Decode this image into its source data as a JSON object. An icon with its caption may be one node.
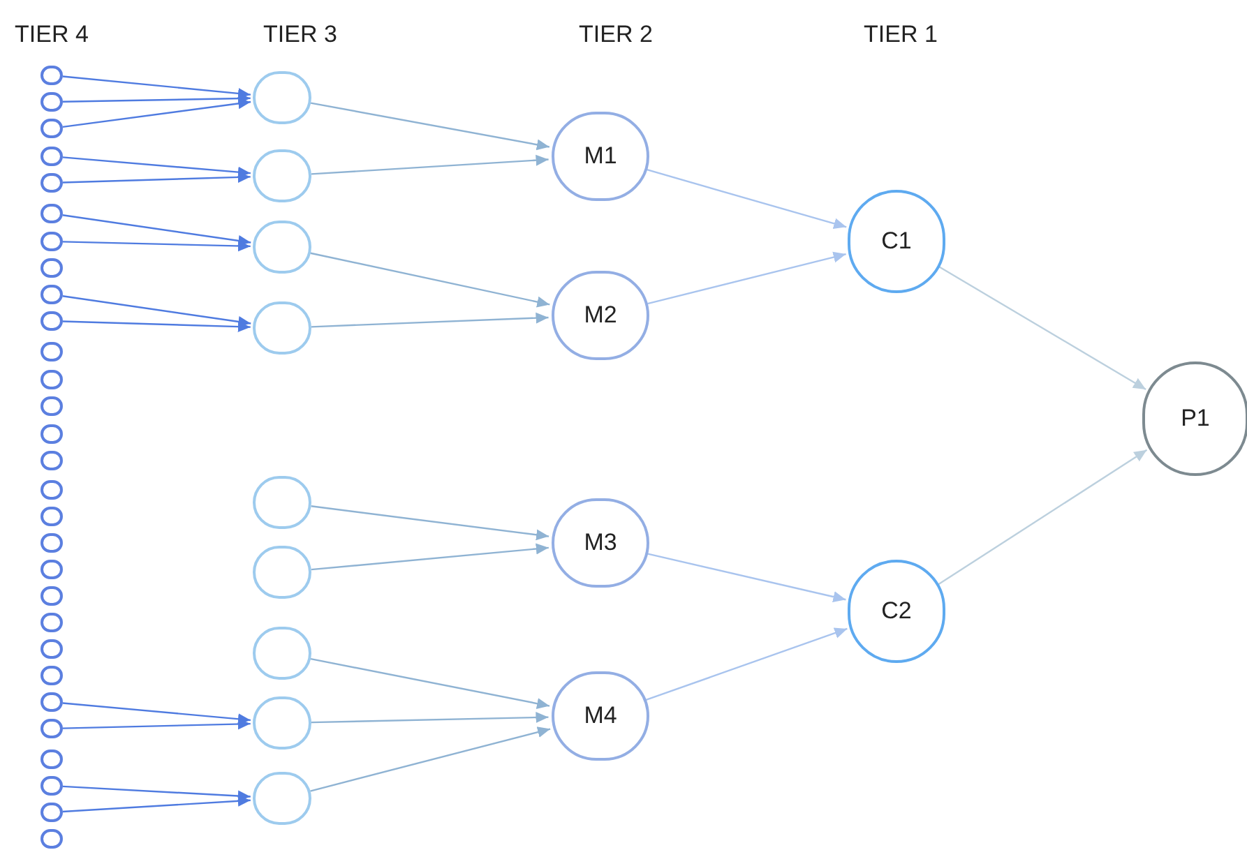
{
  "diagram": {
    "nodes": [
      {
        "text": [],
        "shape": "circle"
      },
      {
        "text": [],
        "shape": "circle"
      },
      {
        "text": [],
        "shape": "circle"
      },
      {
        "text": [],
        "shape": "circle"
      },
      {
        "text": [],
        "shape": "circle"
      },
      {
        "text": [],
        "shape": "circle"
      },
      {
        "text": [],
        "shape": "circle"
      },
      {
        "text": [],
        "shape": "circle"
      },
      {
        "text": [],
        "shape": "circle"
      },
      {
        "text": [],
        "shape": "circle"
      },
      {
        "text": [],
        "shape": "circle"
      },
      {
        "text": [],
        "shape": "circle"
      },
      {
        "text": [],
        "shape": "circle"
      },
      {
        "text": [],
        "shape": "circle"
      },
      {
        "text": [],
        "shape": "circle"
      },
      {
        "text": [],
        "shape": "circle"
      },
      {
        "text": [],
        "shape": "circle"
      },
      {
        "text": [],
        "shape": "circle"
      },
      {
        "text": [],
        "shape": "circle"
      },
      {
        "text": [],
        "shape": "circle"
      },
      {
        "text": [],
        "shape": "circle"
      },
      {
        "text": [],
        "shape": "circle"
      },
      {
        "text": [],
        "shape": "circle"
      },
      {
        "text": [],
        "shape": "circle"
      },
      {
        "text": [],
        "shape": "circle"
      },
      {
        "text": [],
        "shape": "circle"
      },
      {
        "text": [],
        "shape": "circle"
      },
      {
        "text": [],
        "shape": "circle"
      },
      {
        "text": [],
        "shape": "circle"
      },
      {
        "text": [],
        "shape": "circle"
      },
      {
        "text": [],
        "shape": "circle"
      },
      {
        "text": [],
        "shape": "circle"
      },
      {
        "text": [],
        "shape": "circle"
      },
      {
        "text": [],
        "shape": "circle"
      },
      {
        "text": [],
        "shape": "circle"
      },
      {
        "text": [],
        "shape": "circle"
      },
      {
        "text": [],
        "shape": "circle"
      },
      {
        "text": [],
        "shape": "circle"
      },
      {
        "text": [
          "M1"
        ]
      },
      {
        "text": [
          "M2"
        ]
      },
      {
        "text": [
          "M3"
        ]
      },
      {
        "text": [
          "M4"
        ]
      },
      {
        "text": [
          "C1"
        ]
      },
      {
        "text": [
          "C2"
        ]
      },
      {
        "text": [
          "P1"
        ]
      }
    ],
    "edges": [
      {
        "from": 0,
        "to": 29,
        "arrow": "to"
      },
      {
        "from": 1,
        "to": 29,
        "arrow": "to"
      },
      {
        "from": 2,
        "to": 29,
        "arrow": "to"
      },
      {
        "from": 3,
        "to": 30,
        "arrow": "to"
      },
      {
        "from": 4,
        "to": 30,
        "arrow": "to"
      },
      {
        "from": 5,
        "to": 31,
        "arrow": "to"
      },
      {
        "from": 6,
        "to": 31,
        "arrow": "to"
      },
      {
        "from": 8,
        "to": 32,
        "arrow": "to"
      },
      {
        "from": 9,
        "to": 32,
        "arrow": "to"
      },
      {
        "from": 23,
        "to": 36,
        "arrow": "to"
      },
      {
        "from": 24,
        "to": 36,
        "arrow": "to"
      },
      {
        "from": 26,
        "to": 37,
        "arrow": "to"
      },
      {
        "from": 27,
        "to": 37,
        "arrow": "to"
      },
      {
        "from": 29,
        "to": 38,
        "arrow": "to",
        "color": "#8fb3d3"
      },
      {
        "from": 30,
        "to": 38,
        "arrow": "to",
        "color": "#8fb3d3"
      },
      {
        "from": 31,
        "to": 39,
        "arrow": "to",
        "color": "#8fb3d3"
      },
      {
        "from": 32,
        "to": 39,
        "arrow": "to",
        "color": "#8fb3d3"
      },
      {
        "from": 33,
        "to": 40,
        "arrow": "to",
        "color": "#8fb3d3"
      },
      {
        "from": 34,
        "to": 40,
        "arrow": "to",
        "color": "#8fb3d3"
      },
      {
        "from": 35,
        "to": 41,
        "arrow": "to",
        "color": "#8fb3d3"
      },
      {
        "from": 36,
        "to": 41,
        "arrow": "to",
        "color": "#8fb3d3"
      },
      {
        "from": 37,
        "to": 41,
        "arrow": "to",
        "color": "#8fb3d3"
      },
      {
        "from": 38,
        "to": 42,
        "arrow": "to",
        "color": "#a9c4ee"
      },
      {
        "from": 39,
        "to": 42,
        "arrow": "to",
        "color": "#a9c4ee"
      },
      {
        "from": 40,
        "to": 43,
        "arrow": "to",
        "color": "#a9c4ee"
      },
      {
        "from": 41,
        "to": 43,
        "arrow": "to",
        "color": "#a9c4ee"
      },
      {
        "from": 42,
        "to": 44,
        "arrow": "to",
        "color": "#bcd0de"
      },
      {
        "from": 43,
        "to": 44,
        "arrow": "to",
        "color": "#bcd0de"
      }
    ],
    "labels": [
      "TIER 4",
      "TIER 3",
      "TIER 2",
      "TIER 1"
    ]
  }
}
